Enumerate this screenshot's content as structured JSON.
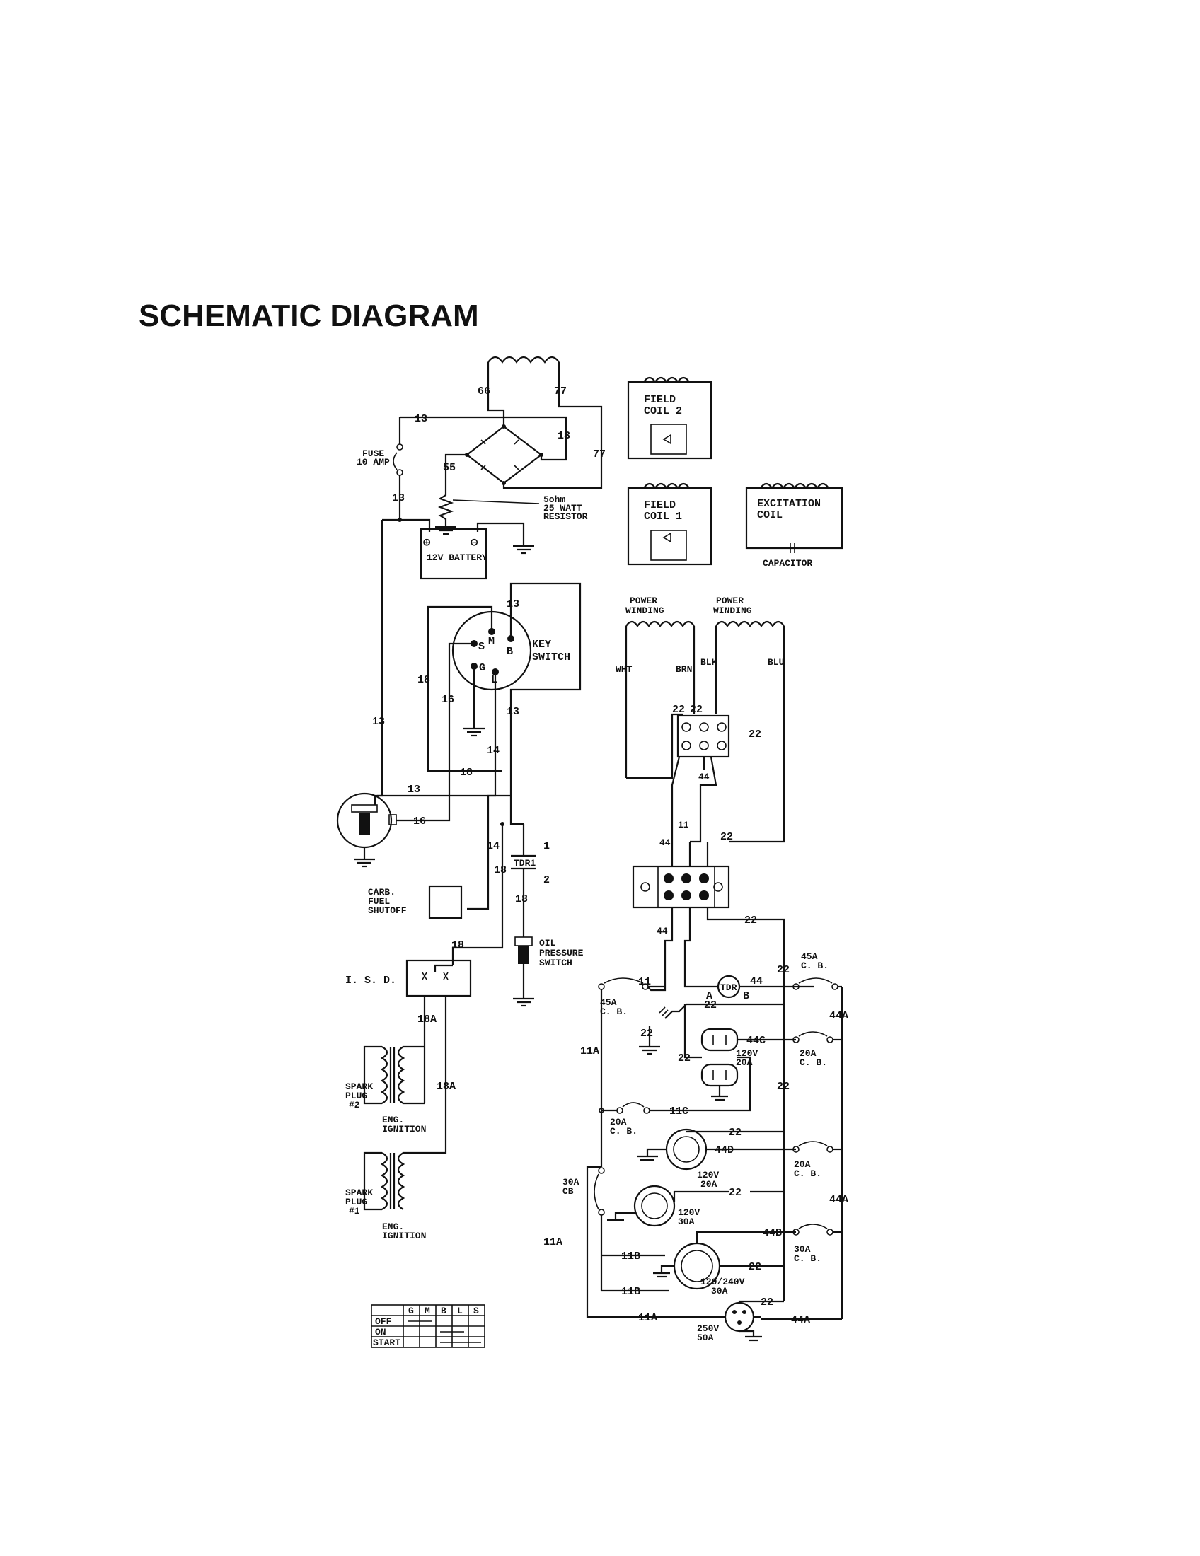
{
  "title": "SCHEMATIC DIAGRAM",
  "components": {
    "fuse": [
      "FUSE",
      "10 AMP"
    ],
    "resistor": [
      "5ohm",
      "25 WATT",
      "RESISTOR"
    ],
    "battery": "12V BATTERY",
    "battery_pos": "⊕",
    "battery_neg": "⊖",
    "field_coil_2": [
      "FIELD",
      "COIL 2"
    ],
    "field_coil_1": [
      "FIELD",
      "COIL 1"
    ],
    "excitation_coil": [
      "EXCITATION",
      "COIL"
    ],
    "capacitor": "CAPACITOR",
    "power_winding_1": [
      "POWER",
      "WINDING"
    ],
    "power_winding_2": [
      "POWER",
      "WINDING"
    ],
    "key_switch": [
      "KEY",
      "SWITCH"
    ],
    "key_terminals": [
      "S",
      "M",
      "B",
      "G",
      "L"
    ],
    "tdr1": "TDR1",
    "carb_shutoff": [
      "CARB.",
      "FUEL",
      "SHUTOFF"
    ],
    "oil_switch": [
      "OIL",
      "PRESSURE",
      "SWITCH"
    ],
    "isd": "I. S. D.",
    "spark_plug_2": [
      "SPARK",
      "PLUG",
      "#2"
    ],
    "spark_plug_1": [
      "SPARK",
      "PLUG",
      "#1"
    ],
    "eng_ignition_2": [
      "ENG.",
      "IGNITION"
    ],
    "eng_ignition_1": [
      "ENG.",
      "IGNITION"
    ],
    "tdr": "TDR",
    "tdr_a": "A",
    "tdr_b": "B",
    "winding_wires": [
      "WHT",
      "BRN",
      "BLK",
      "BLU"
    ]
  },
  "wires": {
    "w13": "13",
    "w66": "66",
    "w77": "77",
    "w55": "55",
    "w18": "18",
    "w16": "16",
    "w14": "14",
    "w1": "1",
    "w2": "2",
    "w18a": "18A",
    "w22": "22",
    "w44": "44",
    "w11": "11",
    "w11a": "11A",
    "w11b": "11B",
    "w11c": "11C",
    "w44a": "44A",
    "w44b": "44B",
    "w44c": "44C",
    "w44d": "44D"
  },
  "breakers": {
    "cb45_right": [
      "45A",
      "C. B."
    ],
    "cb45_left": [
      "45A",
      "C. B."
    ],
    "cb20_left": [
      "20A",
      "C. B."
    ],
    "cb20_right1": [
      "20A",
      "C. B."
    ],
    "cb20_right2": [
      "20A",
      "C. B."
    ],
    "cb30_left": [
      "30A",
      "CB"
    ],
    "cb30_right": [
      "30A",
      "C. B."
    ]
  },
  "receptacles": {
    "r1": [
      "120V",
      "20A"
    ],
    "r2": [
      "120V",
      "20A"
    ],
    "r3": [
      "120V",
      "30A"
    ],
    "r4": [
      "120/240V",
      "30A"
    ],
    "r5": [
      "250V",
      "50A"
    ]
  },
  "key_table": {
    "headers": [
      "G",
      "M",
      "B",
      "L",
      "S"
    ],
    "rows": [
      "OFF",
      "ON",
      "START"
    ]
  }
}
